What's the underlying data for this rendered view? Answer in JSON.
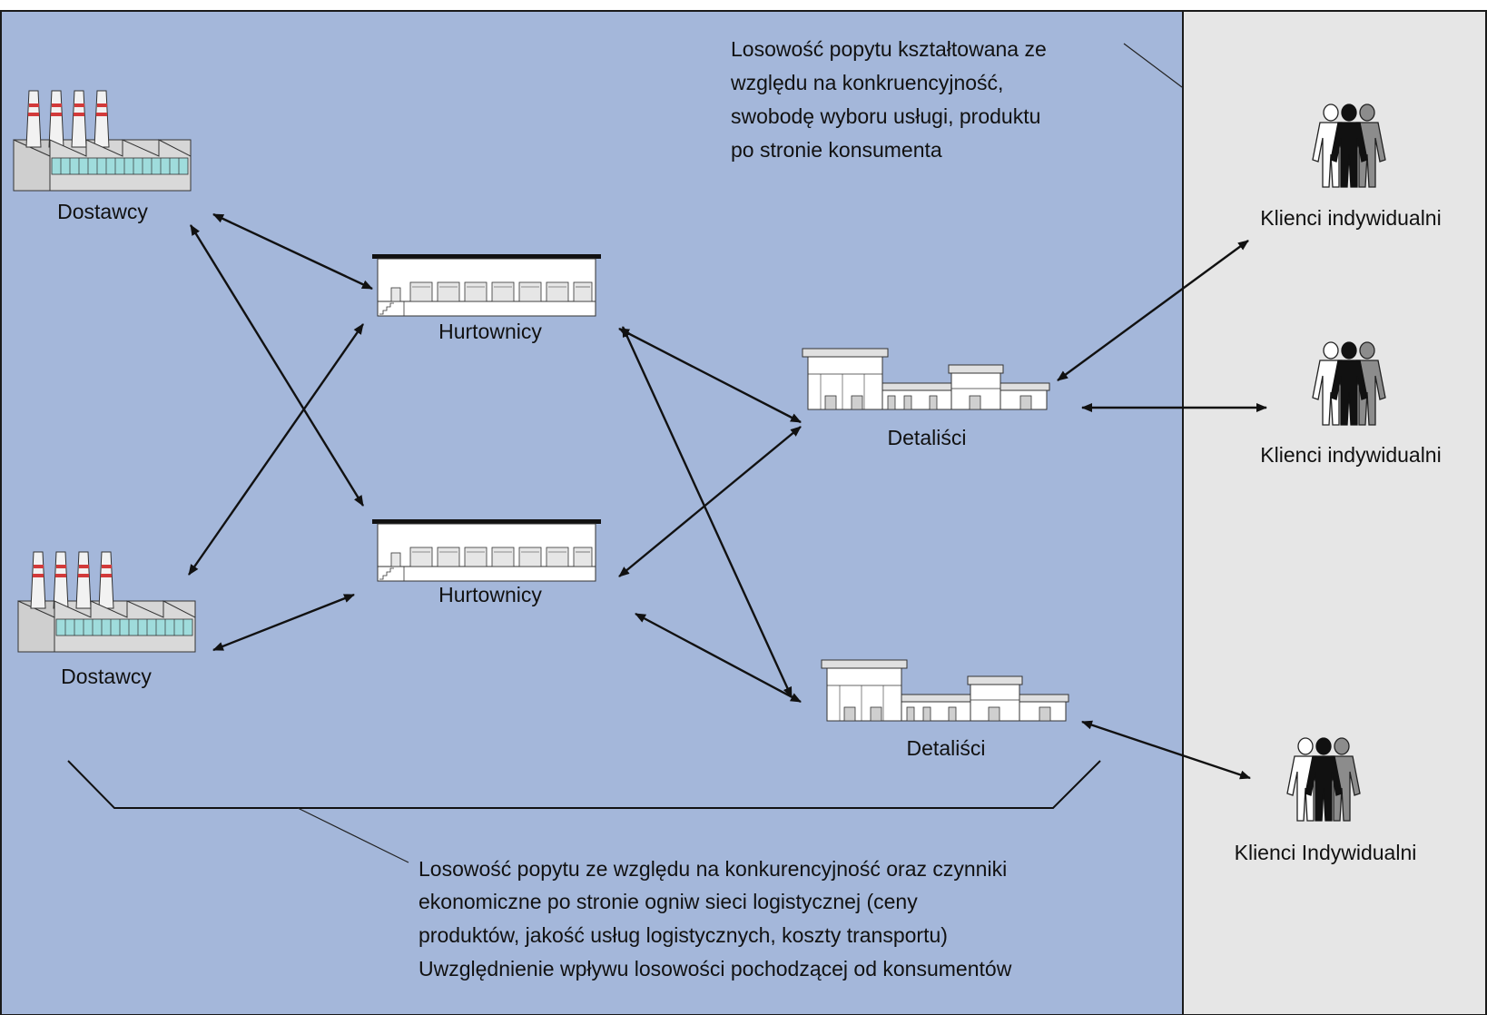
{
  "colors": {
    "main_panel": "#a4b7da",
    "customer_panel": "#e6e6e6",
    "border": "#1a1a1a",
    "chimney_stripe": "#d23a3a",
    "factory_windows": "#9fdcdc"
  },
  "nodes": {
    "supplier_1": "Dostawcy",
    "supplier_2": "Dostawcy",
    "wholesaler_1": "Hurtownicy",
    "wholesaler_2": "Hurtownicy",
    "retailer_1": "Detaliści",
    "retailer_2": "Detaliści",
    "customer_1": "Klienci indywidualni",
    "customer_2": "Klienci indywidualni",
    "customer_3": "Klienci Indywidualni"
  },
  "icons": {
    "supplier": "factory-icon",
    "wholesaler": "warehouse-icon",
    "retailer": "store-icon",
    "customer": "people-group-icon"
  },
  "notes": {
    "consumer_randomness": [
      "Losowość popytu kształtowana ze",
      "względu na konkruencyjność,",
      "swobodę wyboru usługi, produktu",
      "po stronie konsumenta"
    ],
    "network_randomness": [
      "Losowość popytu ze względu na konkurencyjność oraz czynniki",
      "ekonomiczne po stronie ogniw sieci logistycznej (ceny",
      "produktów, jakość usług logistycznych, koszty transportu)",
      "Uwzględnienie wpływu losowości pochodzącej od konsumentów"
    ]
  }
}
